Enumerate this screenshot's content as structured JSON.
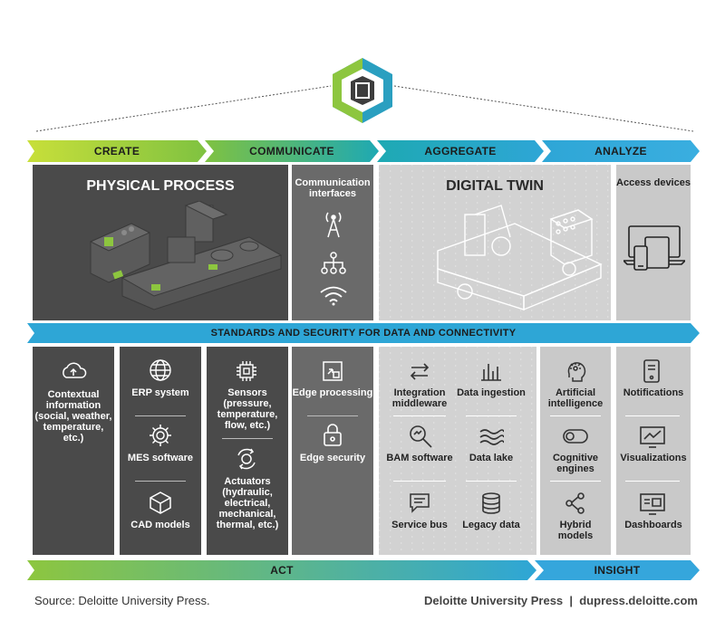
{
  "phases": {
    "create": "CREATE",
    "communicate": "COMMUNICATE",
    "aggregate": "AGGREGATE",
    "analyze": "ANALYZE"
  },
  "top": {
    "physical_process": "PHYSICAL PROCESS",
    "communication_interfaces": "Communication interfaces",
    "digital_twin": "DIGITAL TWIN",
    "access_devices": "Access devices"
  },
  "standards_bar": "STANDARDS AND SECURITY FOR DATA AND CONNECTIVITY",
  "bottom": {
    "col1": [
      "Contextual information (social, weather, temperature, etc.)"
    ],
    "col2": [
      "ERP system",
      "MES software",
      "CAD models"
    ],
    "col3": [
      "Sensors (pressure, temperature, flow, etc.)",
      "Actuators (hydraulic, electrical, mechanical, thermal, etc.)"
    ],
    "col4": [
      "Edge processing",
      "Edge security"
    ],
    "col5a": [
      "Integration middleware",
      "BAM software",
      "Service bus"
    ],
    "col5b": [
      "Data ingestion",
      "Data lake",
      "Legacy data"
    ],
    "col6": [
      "Artificial intelligence",
      "Cognitive engines",
      "Hybrid models"
    ],
    "col7": [
      "Notifications",
      "Visualizations",
      "Dashboards"
    ]
  },
  "footer_arrows": {
    "act": "ACT",
    "insight": "INSIGHT"
  },
  "source": "Source: Deloitte University Press.",
  "credit": "Deloitte University Press  |  dupress.deloitte.com",
  "icons": [
    "hexagon-logo-icon",
    "antenna-icon",
    "network-icon",
    "wifi-icon",
    "cloud-upload-icon",
    "globe-icon",
    "gear-icon",
    "cube-icon",
    "chip-icon",
    "cycle-icon",
    "edge-processing-icon",
    "lock-icon",
    "transfer-icon",
    "bar-chart-icon",
    "magnifier-icon",
    "waves-icon",
    "chat-icon",
    "database-icon",
    "brain-icon",
    "toggle-icon",
    "hierarchy-icon",
    "phone-icon",
    "monitor-chart-icon",
    "dashboard-icon",
    "devices-icon"
  ],
  "colors": {
    "green": "#8dc63f",
    "teal": "#1aa3b8",
    "blue": "#35a6dc",
    "dark": "#4a4a4a",
    "mid": "#6a6a6a",
    "light": "#cfcfcf"
  }
}
